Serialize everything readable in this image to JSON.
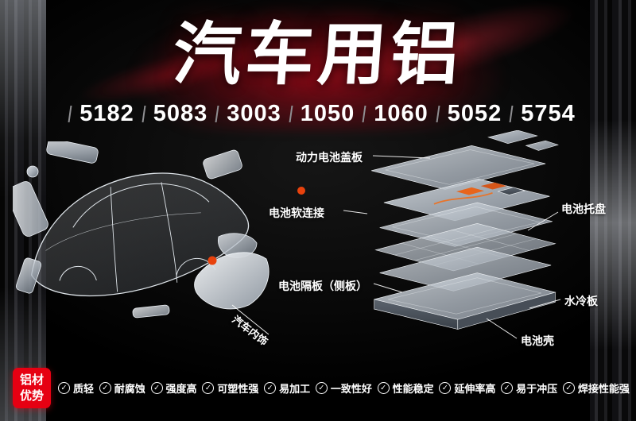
{
  "title": "汽车用铝",
  "alloys": [
    "5182",
    "5083",
    "3003",
    "1050",
    "1060",
    "5052",
    "5754"
  ],
  "labels": {
    "battery_cover": "动力电池盖板",
    "battery_soft_connect": "电池软连接",
    "battery_tray": "电池托盘",
    "battery_separator": "电池隔板（侧板）",
    "water_cooling": "水冷板",
    "battery_shell": "电池壳",
    "car_interior": "汽车内饰"
  },
  "advantages": {
    "badge_line1": "铝材",
    "badge_line2": "优势",
    "items": [
      "质轻",
      "耐腐蚀",
      "强度高",
      "可塑性强",
      "易加工",
      "一致性好",
      "性能稳定",
      "延伸率高",
      "易于冲压",
      "焊接性能强"
    ]
  },
  "icons": {
    "check": "✓"
  },
  "colors": {
    "accent_red": "#e60012",
    "marker_orange": "#e8420d",
    "background": "#0a0a0a"
  }
}
